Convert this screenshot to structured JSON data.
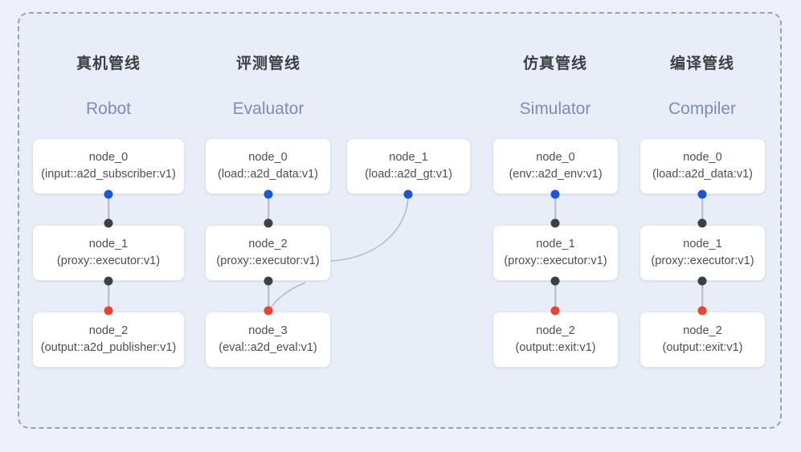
{
  "frame": {
    "border_style": "dashed",
    "border_color": "#9aa0ae",
    "background": "#e9edf8"
  },
  "palette": {
    "page_background": "#edf0f9",
    "panel_background": "#e9edf8",
    "card_background": "#ffffff",
    "title_color": "#3c4043",
    "subtitle_color": "#7d8cb8",
    "node_text_color": "#4a4f57",
    "dot_source": "#1a56d6",
    "dot_passthrough": "#3c4043",
    "dot_terminal": "#e8452c",
    "edge_color": "#b3b9c6"
  },
  "columns": [
    {
      "title": "真机管线",
      "subtitle": "Robot",
      "nodes": [
        {
          "name": "node_0",
          "type": "(input::a2d_subscriber:v1)"
        },
        {
          "name": "node_1",
          "type": "(proxy::executor:v1)"
        },
        {
          "name": "node_2",
          "type": "(output::a2d_publisher:v1)"
        }
      ]
    },
    {
      "title": "评测管线",
      "subtitle": "Evaluator",
      "nodes": [
        {
          "name": "node_0",
          "type": "(load::a2d_data:v1)"
        },
        {
          "name": "node_1",
          "type": "(load::a2d_gt:v1)"
        },
        {
          "name": "node_2",
          "type": "(proxy::executor:v1)"
        },
        {
          "name": "node_3",
          "type": "(eval::a2d_eval:v1)"
        }
      ]
    },
    {
      "title": "仿真管线",
      "subtitle": "Simulator",
      "nodes": [
        {
          "name": "node_0",
          "type": "(env::a2d_env:v1)"
        },
        {
          "name": "node_1",
          "type": "(proxy::executor:v1)"
        },
        {
          "name": "node_2",
          "type": "(output::exit:v1)"
        }
      ]
    },
    {
      "title": "编译管线",
      "subtitle": "Compiler",
      "nodes": [
        {
          "name": "node_0",
          "type": "(load::a2d_data:v1)"
        },
        {
          "name": "node_1",
          "type": "(proxy::executor:v1)"
        },
        {
          "name": "node_2",
          "type": "(output::exit:v1)"
        }
      ]
    }
  ]
}
